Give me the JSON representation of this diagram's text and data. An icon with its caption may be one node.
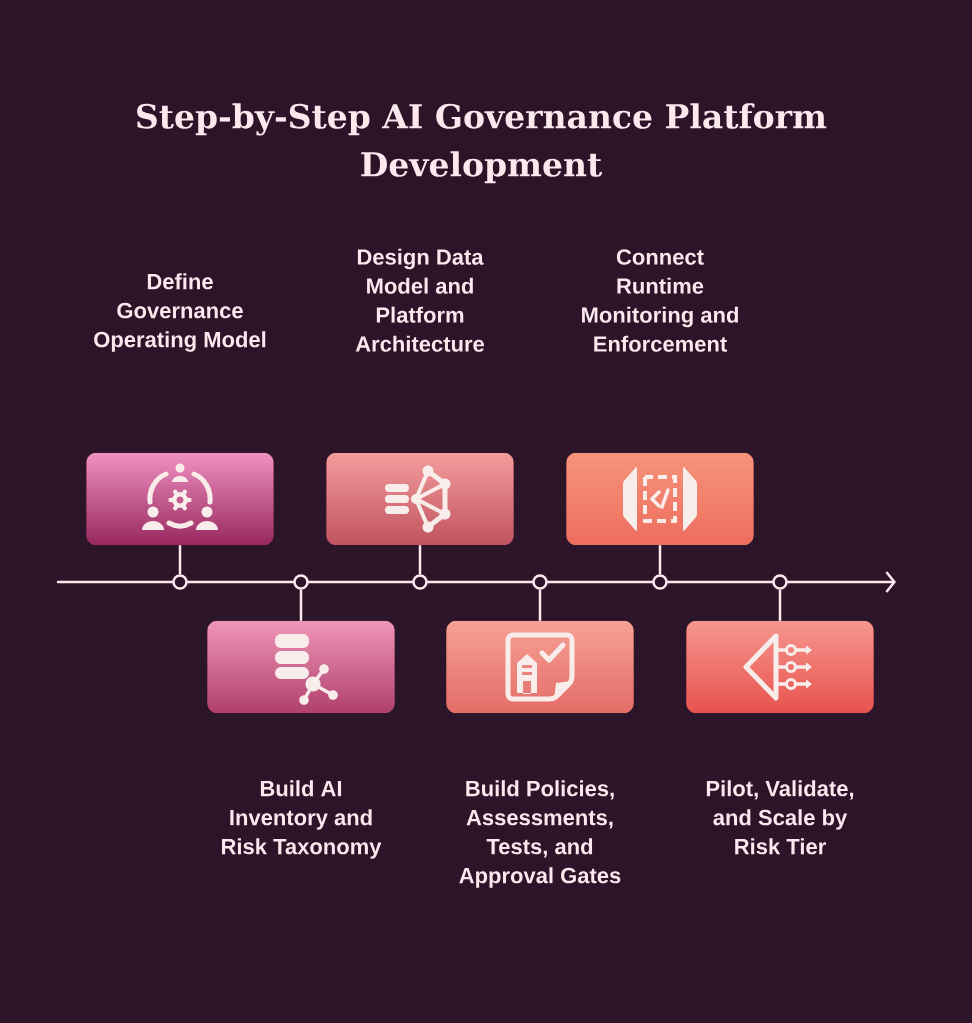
{
  "diagram": {
    "title": "Step-by-Step AI Governance Platform Development",
    "nodes": [
      {
        "text": [],
        "shape": "box"
      },
      {
        "text": [],
        "shape": "box",
        "beside": [
          "Build AI Inventory and Risk Taxonomy"
        ]
      },
      {
        "text": [],
        "shape": "box"
      },
      {
        "text": [],
        "shape": "box",
        "beside": [
          "Build Policies, Assessments, Tests, and Approval Gates"
        ]
      },
      {
        "text": [],
        "shape": "box"
      },
      {
        "text": [],
        "shape": "box",
        "beside": [
          "Pilot, Validate, and Scale by Risk Tier"
        ]
      },
      {
        "text": [],
        "shape": "circle"
      },
      {
        "text": [],
        "shape": "circle"
      },
      {
        "text": [],
        "shape": "circle"
      },
      {
        "text": [],
        "shape": "circle"
      },
      {
        "text": [],
        "shape": "circle"
      },
      {
        "text": [],
        "shape": "circle"
      }
    ],
    "edges": [
      {
        "from": 0,
        "to": 6,
        "arrow": "none"
      },
      {
        "from": 1,
        "to": 7,
        "arrow": "none"
      },
      {
        "from": 2,
        "to": 8,
        "arrow": "none"
      },
      {
        "from": 3,
        "to": 9,
        "arrow": "none"
      },
      {
        "from": 4,
        "to": 10,
        "arrow": "none"
      },
      {
        "from": 5,
        "to": 11,
        "arrow": "none"
      }
    ],
    "labels": [
      "Define Governance Operating Model",
      "Design Data Model and Platform Architecture",
      "Connect Runtime Monitoring and Enforcement"
    ]
  }
}
